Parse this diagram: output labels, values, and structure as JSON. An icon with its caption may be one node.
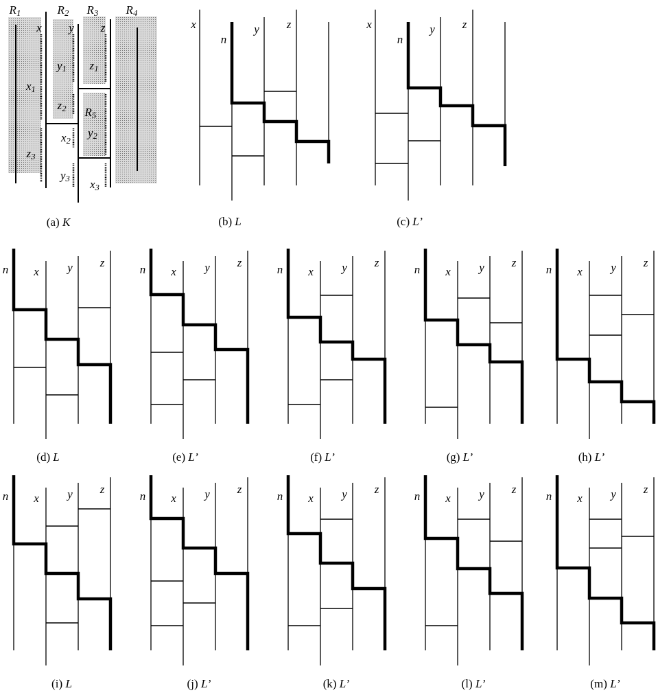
{
  "diagram": {
    "nodes": [
      {
        "text": [
          "R$_{1}$",
          "x",
          "x$_{1}$",
          "z$_{3}$"
        ]
      },
      {
        "text": [
          "R$_{2}$",
          "y",
          "y$_{1}$",
          "z$_{2}$"
        ]
      },
      {
        "text": [
          "R$_{3}$",
          "z",
          "z$_{1}$"
        ]
      },
      {
        "text": [
          "R$_{4}$"
        ]
      },
      {
        "text": [
          "R$_{5}$",
          "y$_{2}$"
        ]
      }
    ],
    "labels": [
      "x$_{2}$",
      "y$_{3}$",
      "x$_{3}$",
      "(a) *K*",
      "x",
      "n",
      "y",
      "z",
      "(b) *L*",
      "x",
      "n",
      "y",
      "z",
      "(c) *L’*",
      "n",
      "x",
      "y",
      "z",
      "(d) *L*",
      "n",
      "x",
      "y",
      "z",
      "(e) *L’*",
      "n",
      "x",
      "y",
      "z",
      "(f) *L’*",
      "n",
      "x",
      "y",
      "z",
      "(g) *L’*",
      "n",
      "x",
      "y",
      "z",
      "(h) *L’*",
      "n",
      "x",
      "y",
      "z",
      "(i) *L*",
      "n",
      "x",
      "y",
      "z",
      "(j) *L’*",
      "n",
      "x",
      "y",
      "z",
      "(k) *L’*",
      "n",
      "x",
      "y",
      "z",
      "(l) *L’*",
      "n",
      "x",
      "y",
      "z",
      "(m) *L’*"
    ]
  }
}
